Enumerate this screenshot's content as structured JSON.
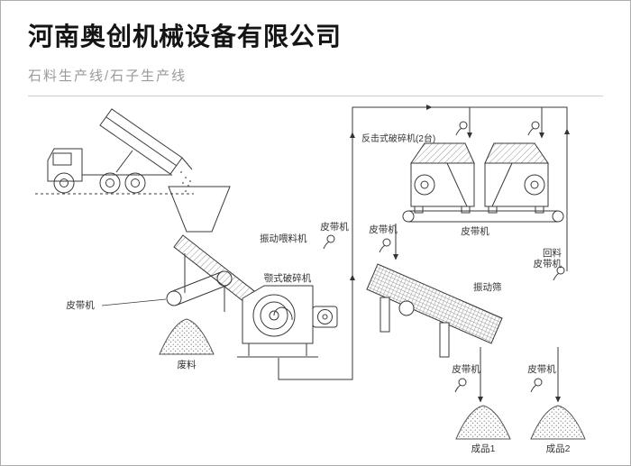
{
  "header": {
    "company": "河南奥创机械设备有限公司",
    "subtitle": "石料生产线/石子生产线"
  },
  "labels": {
    "vibrating_feeder": "振动喂料机",
    "jaw_crusher": "颚式破碎机",
    "belt_waste": "皮带机",
    "waste": "废料",
    "impact_crusher": "反击式破碎机(2台)",
    "belt_main_up": "皮带机",
    "belt_to_screen": "皮带机",
    "belt_under_crushers": "皮带机",
    "return_line1": "回料",
    "return_line2": "皮带机",
    "vibrating_screen": "振动筛",
    "belt_product1": "皮带机",
    "belt_product2": "皮带机",
    "product1": "成品1",
    "product2": "成品2"
  },
  "colors": {
    "line": "#3a3a3a",
    "title": "#141414",
    "subtitle": "#9a9a9a"
  }
}
